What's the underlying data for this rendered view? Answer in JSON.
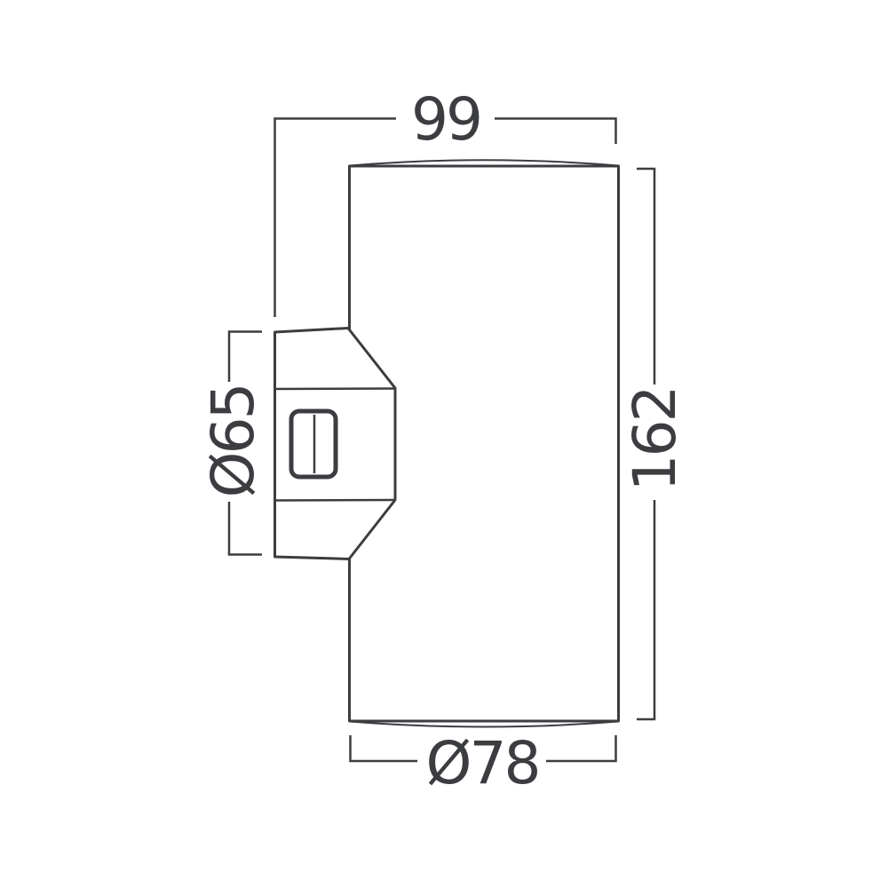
{
  "drawing": {
    "background_color": "#ffffff",
    "line_color": "#3b3d40",
    "labels": {
      "top_width": "99",
      "right_height": "162",
      "left_diameter": "Ø65",
      "bottom_diameter": "Ø78"
    },
    "values": {
      "top_width": 99,
      "right_height": 162,
      "left_diameter": 65,
      "bottom_diameter": 78
    }
  }
}
